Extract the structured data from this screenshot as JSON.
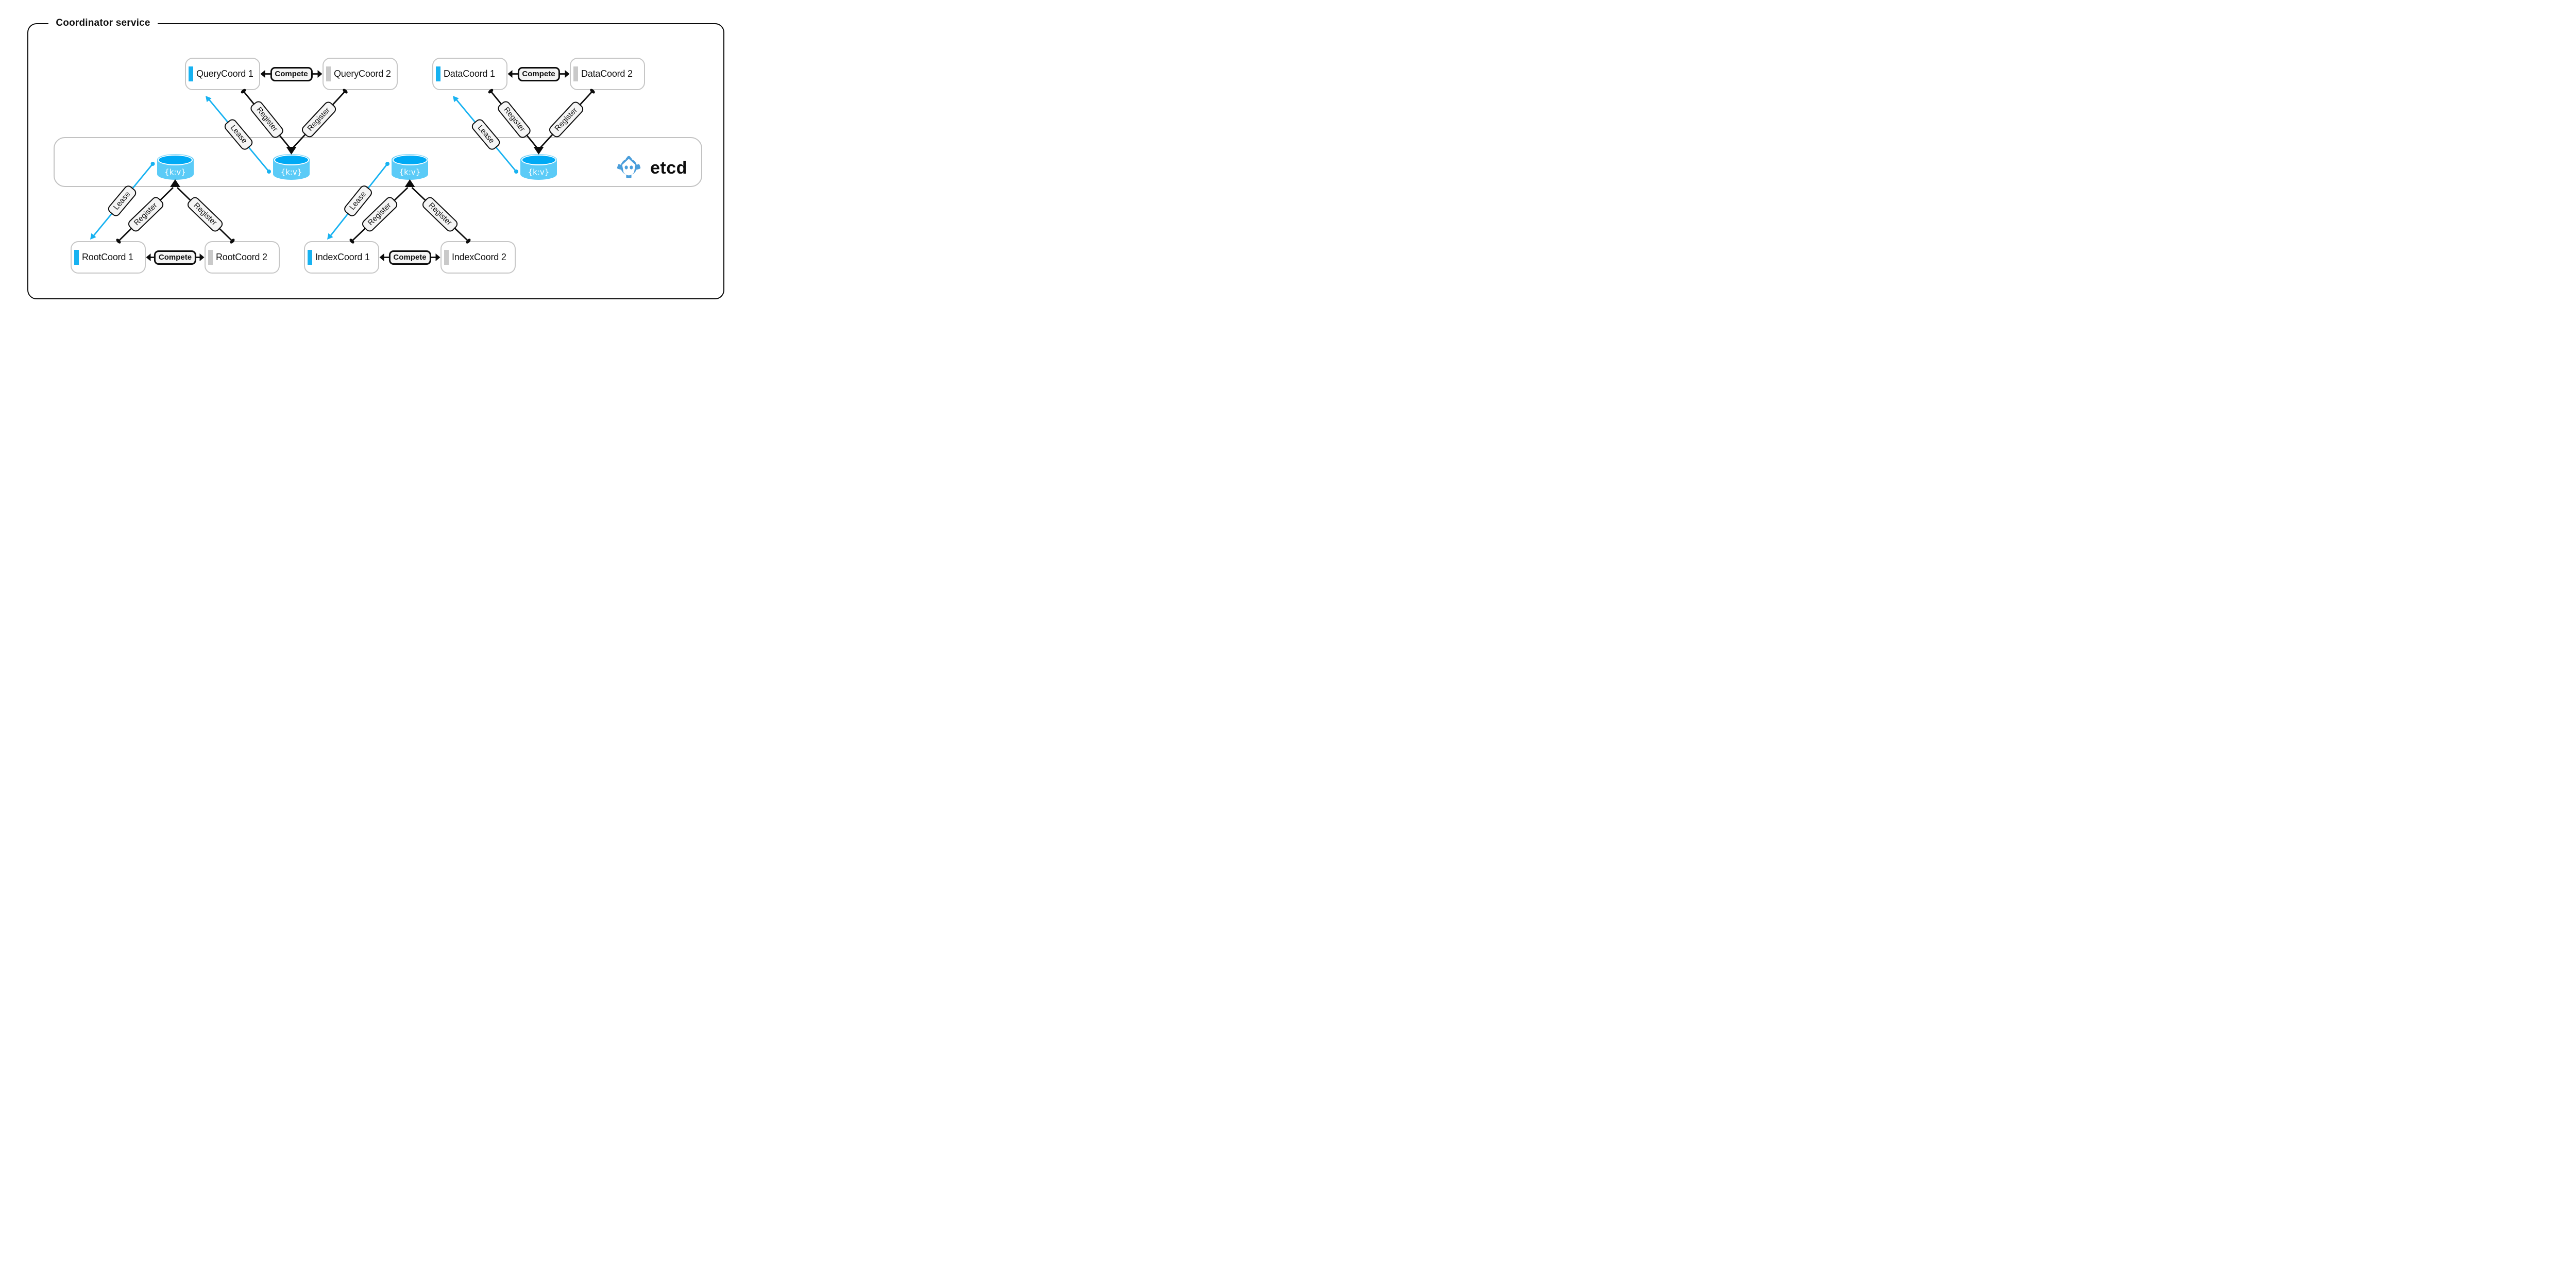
{
  "title": "Coordinator service",
  "etcd": {
    "label": "etcd",
    "logo_icon": "etcd-gear-icon"
  },
  "kv_label": "{k:v}",
  "edge_labels": {
    "compete": "Compete",
    "register": "Register",
    "lease": "Lease"
  },
  "clusters": [
    {
      "name": "QueryCoord",
      "position": "top-left",
      "nodes": [
        {
          "label": "QueryCoord 1",
          "status": "active"
        },
        {
          "label": "QueryCoord 2",
          "status": "standby"
        }
      ]
    },
    {
      "name": "DataCoord",
      "position": "top-right",
      "nodes": [
        {
          "label": "DataCoord 1",
          "status": "active"
        },
        {
          "label": "DataCoord 2",
          "status": "standby"
        }
      ]
    },
    {
      "name": "RootCoord",
      "position": "bottom-left",
      "nodes": [
        {
          "label": "RootCoord 1",
          "status": "active"
        },
        {
          "label": "RootCoord 2",
          "status": "standby"
        }
      ]
    },
    {
      "name": "IndexCoord",
      "position": "bottom-right",
      "nodes": [
        {
          "label": "IndexCoord 1",
          "status": "active"
        },
        {
          "label": "IndexCoord 2",
          "status": "standby"
        }
      ]
    }
  ],
  "colors": {
    "accent_blue": "#17b2f1",
    "standby_gray": "#c9c9c9",
    "cylinder_body": "#5bcbf7",
    "cylinder_top": "#00aaf5",
    "etcd_logo_blue": "#4a9edb",
    "badge_fill": "#f5f5f5",
    "box_border": "#c6c6c6",
    "ink": "#0c0c0c"
  }
}
